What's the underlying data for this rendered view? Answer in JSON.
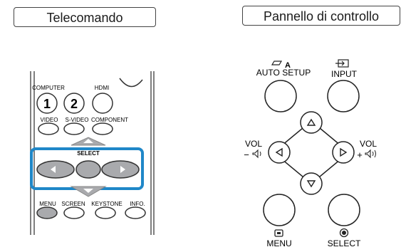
{
  "remote": {
    "title": "Telecomando",
    "row1_labels": {
      "computer": "COMPUTER",
      "hdmi": "HDMI"
    },
    "row1_buttons": {
      "b1": "1",
      "b2": "2"
    },
    "row2_labels": {
      "video": "VIDEO",
      "svideo": "S-VIDEO",
      "component": "COMPONENT"
    },
    "select_label": "SELECT",
    "row3_labels": {
      "menu": "MENU",
      "screen": "SCREEN",
      "keystone": "KEYSTONE",
      "info": "INFO."
    },
    "highlight_color": "#1f87c8"
  },
  "panel": {
    "title": "Pannello di controllo",
    "auto_setup": "AUTO SETUP",
    "input": "INPUT",
    "vol_left": "VOL",
    "vol_right": "VOL",
    "vol_minus": "−",
    "vol_plus": "+",
    "menu": "MENU",
    "select": "SELECT",
    "icons": [
      "auto-setup-icon",
      "input-icon",
      "speaker-icon",
      "menu-icon",
      "select-dot-icon"
    ]
  }
}
